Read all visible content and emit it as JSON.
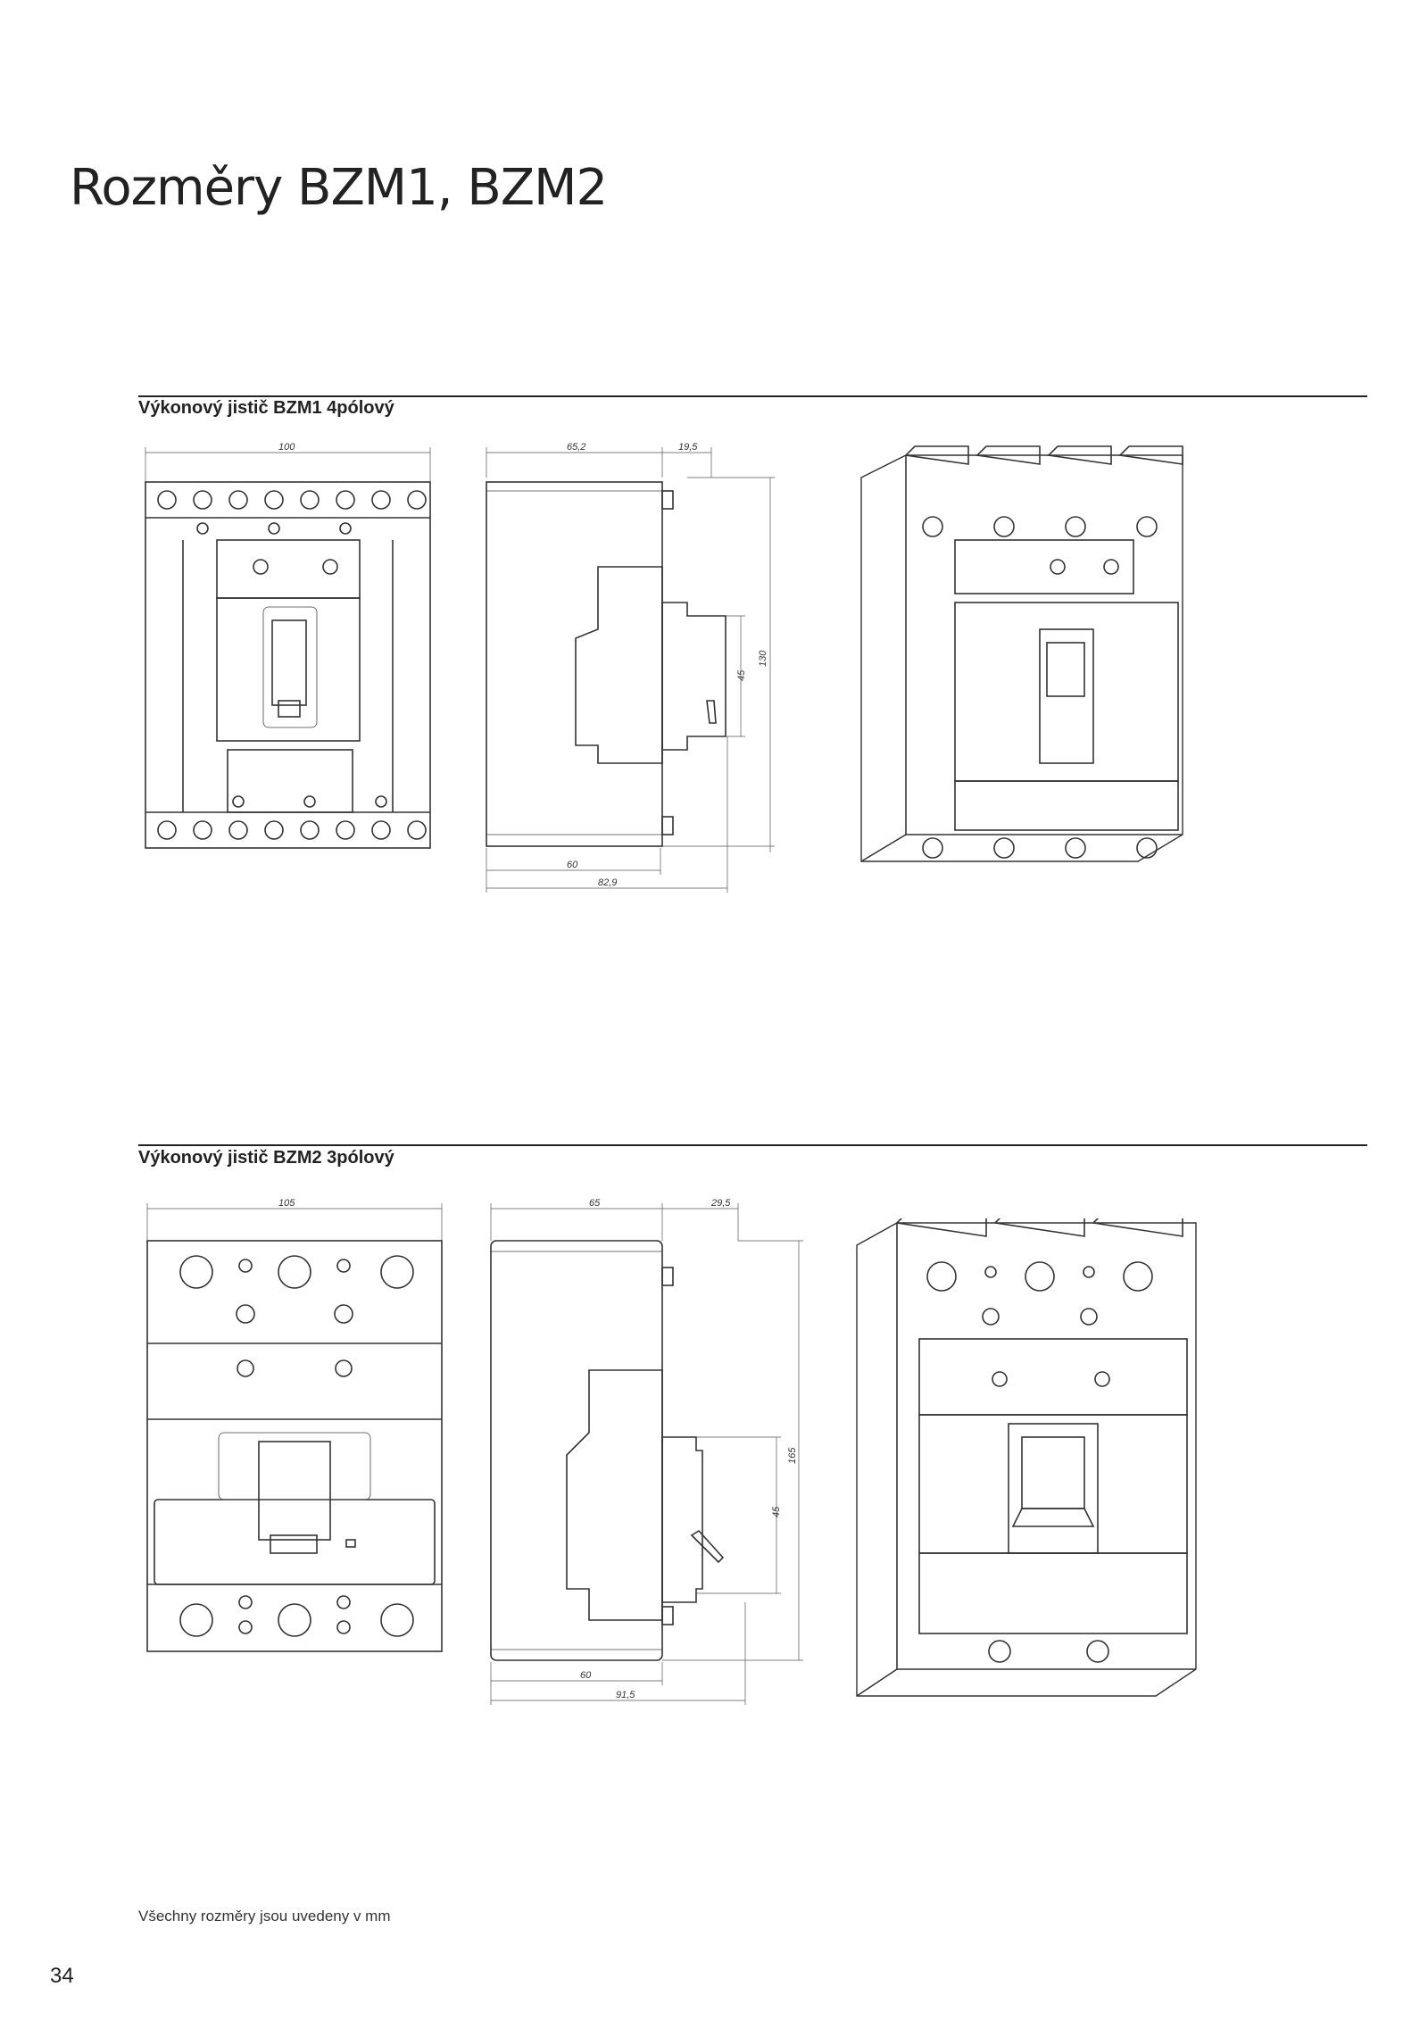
{
  "page": {
    "title": "Rozměry BZM1, BZM2",
    "footnote": "Všechny rozměry jsou uvedeny v mm",
    "page_number": "34"
  },
  "sections": [
    {
      "title": "Výkonový jistič BZM1 4pólový",
      "front_dims": {
        "width": "100"
      },
      "side_dims": {
        "top_a": "65,2",
        "top_b": "19,5",
        "v_inner": "45",
        "v_outer": "130",
        "bottom_a": "60",
        "bottom_b": "82,9"
      }
    },
    {
      "title": "Výkonový jistič BZM2 3pólový",
      "front_dims": {
        "width": "105"
      },
      "side_dims": {
        "top_a": "65",
        "top_b": "29,5",
        "v_inner": "45",
        "v_outer": "165",
        "bottom_a": "60",
        "bottom_b": "91,5"
      }
    }
  ]
}
